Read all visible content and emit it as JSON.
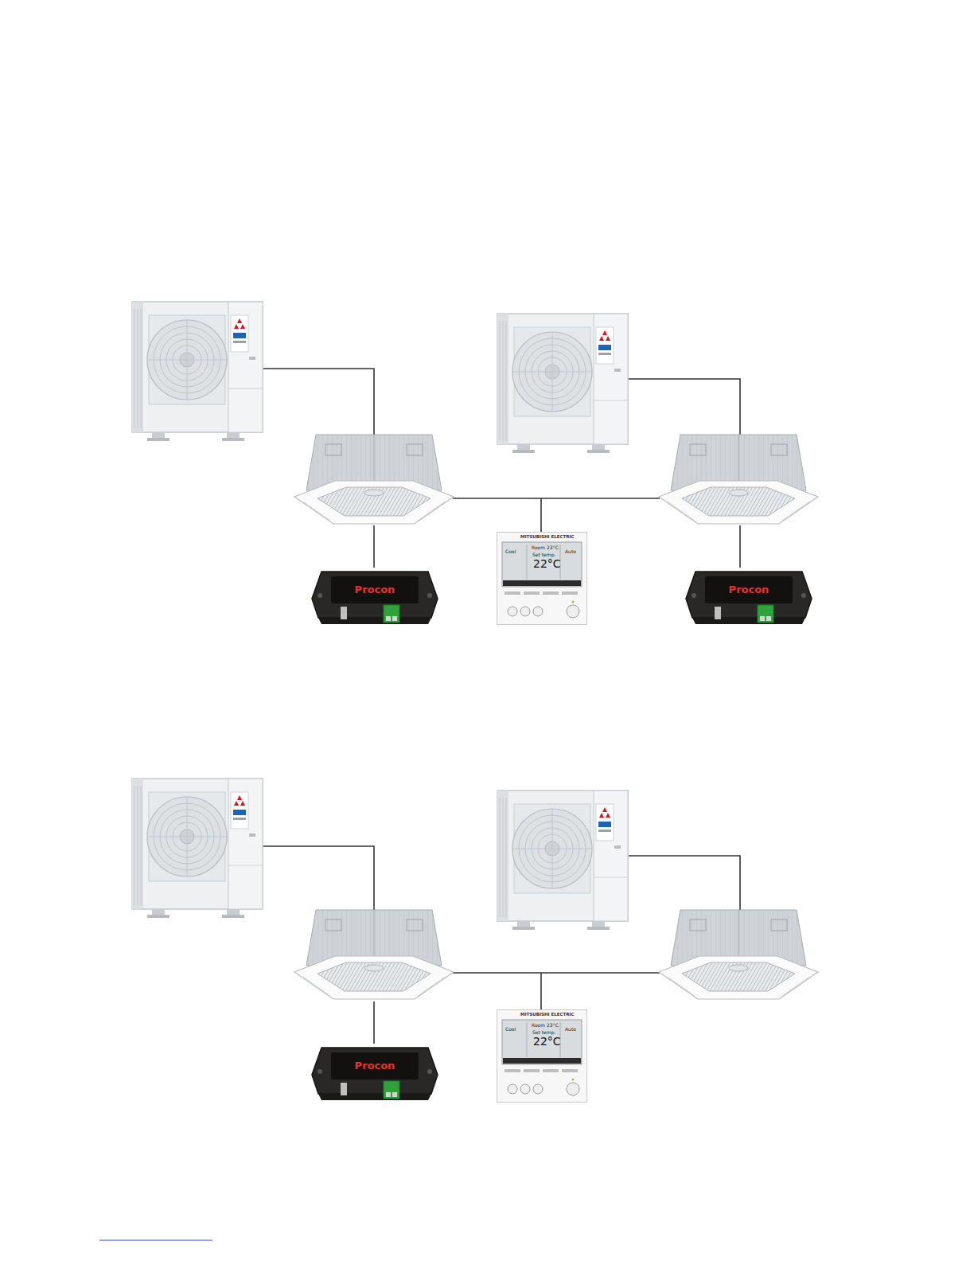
{
  "diagram": {
    "nodes": [
      {
        "text": [
          "Procon"
        ]
      },
      {
        "text": [
          "MITSUBISHI ELECTRIC",
          "Room 23°C",
          "Set temp.",
          "22°C",
          "Cool",
          "Auto"
        ]
      },
      {
        "text": [
          "Procon"
        ]
      },
      {
        "text": [
          "Procon"
        ]
      },
      {
        "text": [
          "MITSUBISHI ELECTRIC",
          "Room 23°C",
          "Set temp.",
          "22°C",
          "Cool",
          "Auto"
        ]
      }
    ]
  }
}
